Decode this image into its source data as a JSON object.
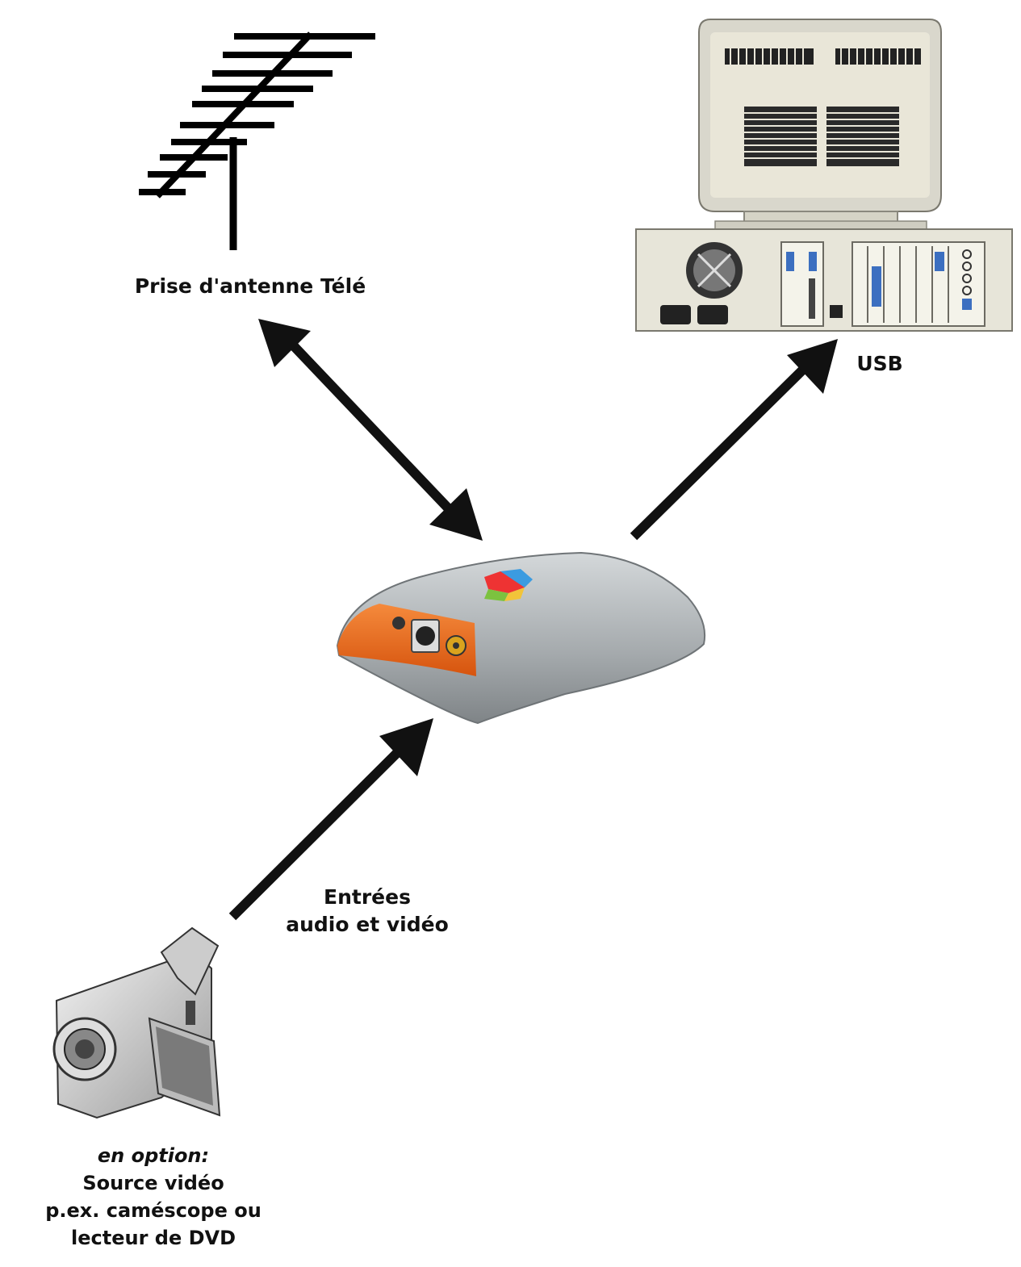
{
  "labels": {
    "antenna": "Prise d'antenne Télé",
    "usb": "USB",
    "av_line1": "Entrées",
    "av_line2": "audio  et vidéo",
    "source_option": "en option:",
    "source_line1": "Source vidéo",
    "source_line2": "p.ex. caméscope ou",
    "source_line3": "lecteur de DVD"
  },
  "colors": {
    "arrow": "#111111",
    "device_orange": "#ee6a1c",
    "device_silver": "#a9aeb1",
    "computer_beige": "#e9e6d8"
  },
  "icons": [
    "tv-antenna-icon",
    "computer-icon",
    "tv-tuner-device-icon",
    "camcorder-icon"
  ]
}
